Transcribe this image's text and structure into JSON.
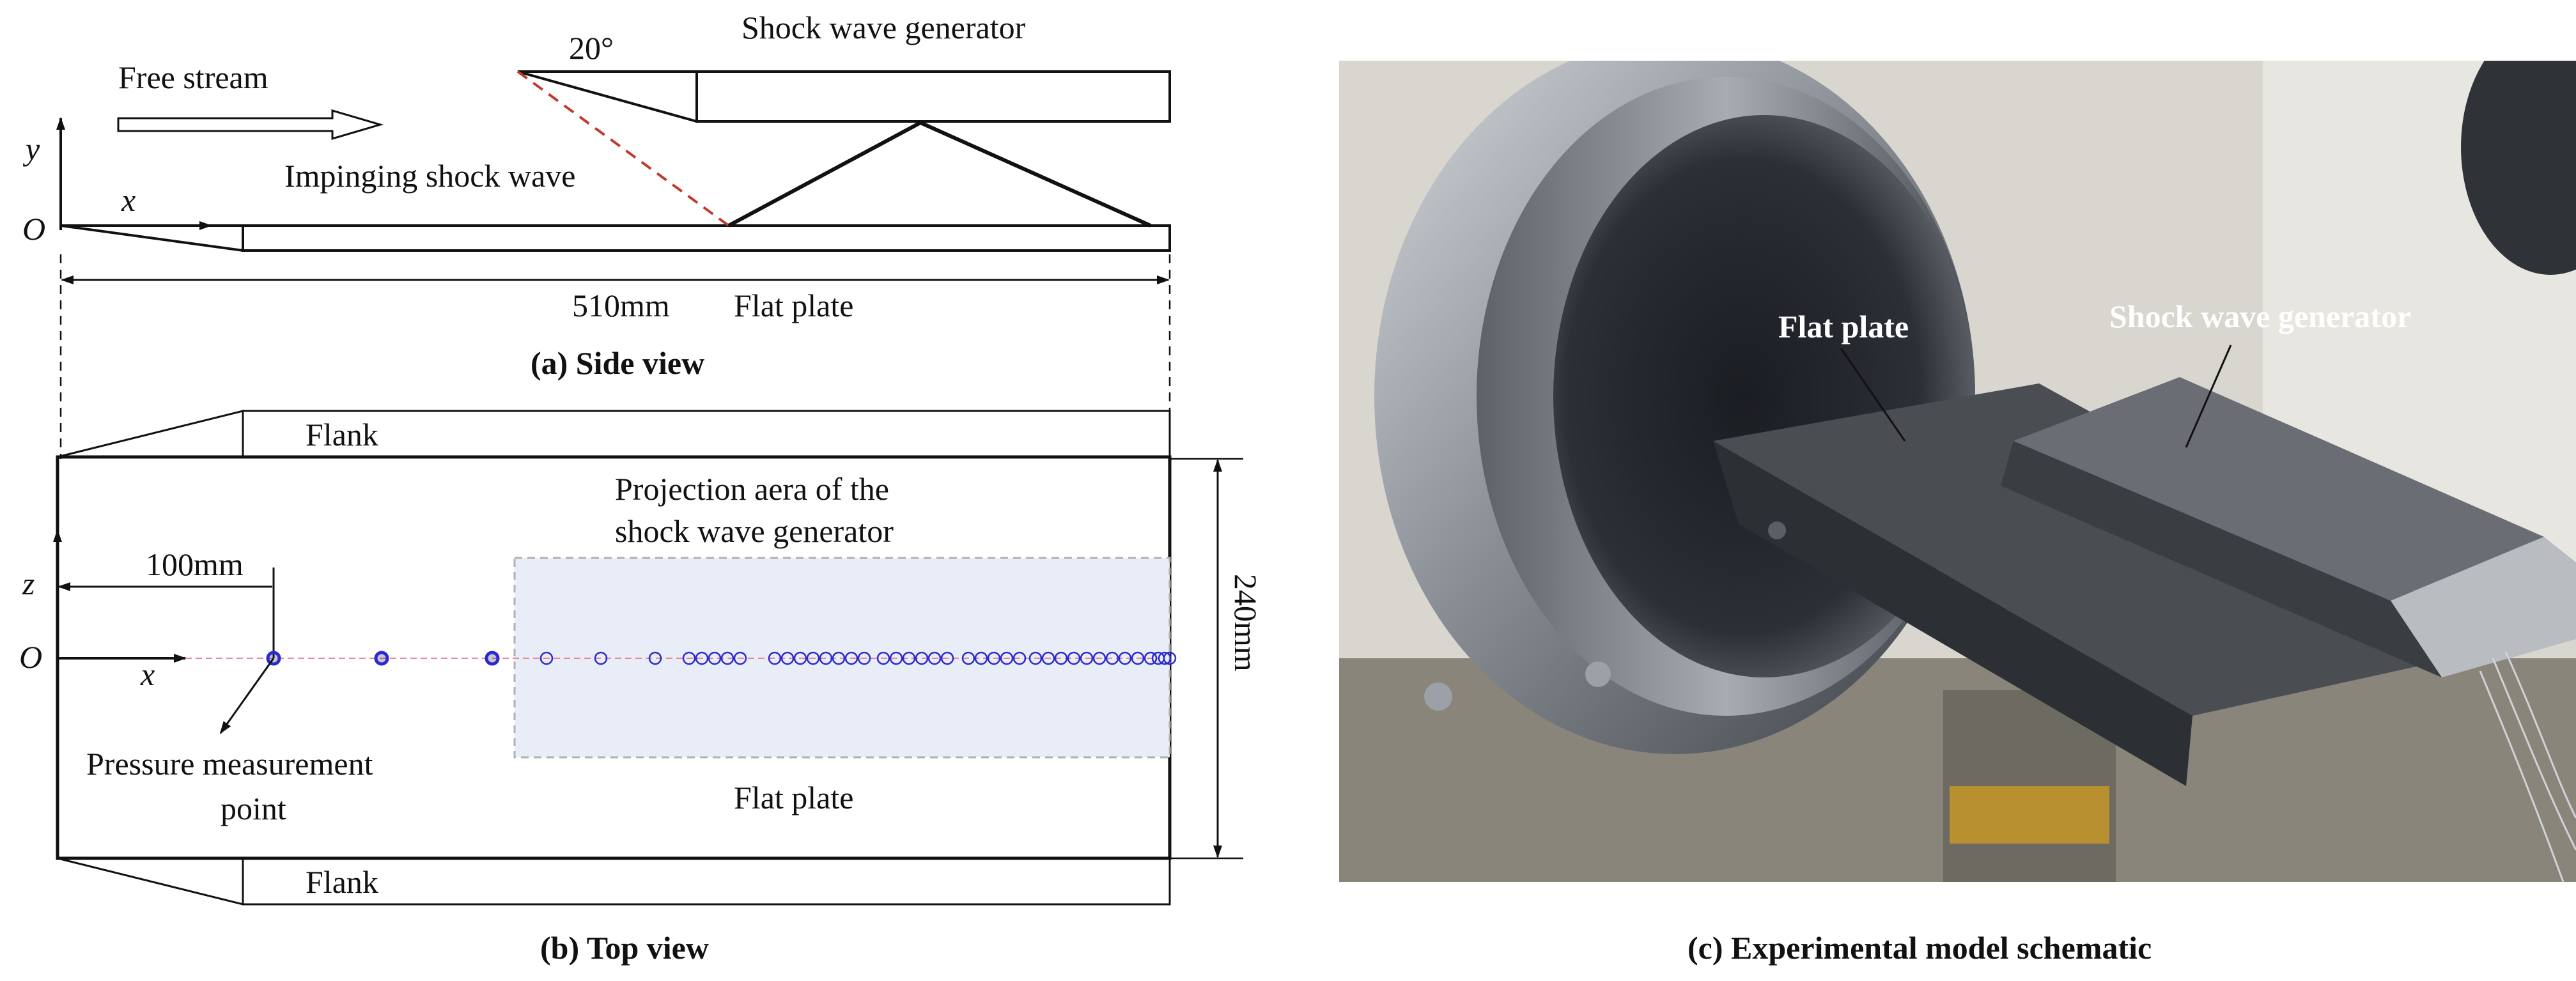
{
  "side_view": {
    "free_stream": "Free stream",
    "angle": "20°",
    "generator": "Shock wave generator",
    "impinging_shock": "Impinging shock wave",
    "axis_y": "y",
    "axis_x": "x",
    "origin": "O",
    "length": "510mm",
    "plate": "Flat plate",
    "caption": "(a) Side view"
  },
  "top_view": {
    "flank_top": "Flank",
    "flank_bottom": "Flank",
    "projection_line1": "Projection aera of the",
    "projection_line2": "shock wave generator",
    "axis_z": "z",
    "axis_x": "x",
    "origin": "O",
    "offset": "100mm",
    "width": "240mm",
    "pressure_line1": "Pressure measurement",
    "pressure_line2": "point",
    "plate": "Flat plate",
    "caption": "(b) Top view",
    "measurement_point_count": 43
  },
  "photo": {
    "plate_label": "Flat plate",
    "generator_label": "Shock wave generator",
    "caption": "(c) Experimental model schematic"
  },
  "colors": {
    "line": "#111111",
    "shock_dash": "#c0392b",
    "points": "#2a2ad0",
    "projection_fill": "#e9edf7",
    "projection_stroke": "#b0b0b0"
  }
}
